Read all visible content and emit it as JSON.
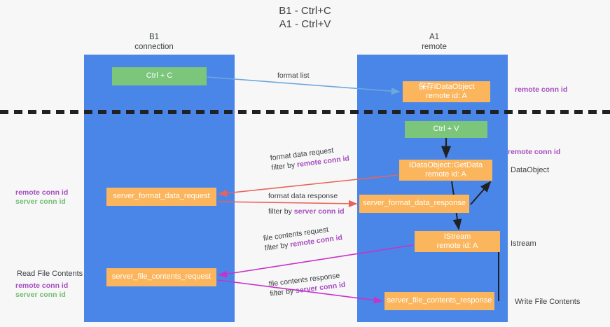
{
  "title": "B1 - Ctrl+C\nA1 - Ctrl+V",
  "lanes": [
    {
      "name": "b1",
      "header": "B1\nconnection"
    },
    {
      "name": "a1",
      "header": "A1\nremote"
    }
  ],
  "nodes": {
    "ctrl_c": "Ctrl + C",
    "idataobject": "保存IDataObject\nremote id: A",
    "ctrl_v": "Ctrl + V",
    "getdata": "IDataObject::GetData\nremote id: A",
    "server_format_data_request": "server_format_data_request",
    "server_format_data_response": "server_format_data_response",
    "istream": "IStream\nremote id: A",
    "server_file_contents_request": "server_file_contents_request",
    "server_file_contents_response": "server_file_contents_response"
  },
  "edges": {
    "format_list": "format list",
    "format_data_request": "format data request",
    "format_data_request_filter_prefix": "filter by ",
    "format_data_request_filter_key": "remote conn id",
    "format_data_response": "format data response",
    "format_data_response_filter_prefix": "filter by ",
    "format_data_response_filter_key": "server conn id",
    "file_contents_request": "file contents request",
    "file_contents_request_filter_prefix": "filter by ",
    "file_contents_request_filter_key": "remote conn id",
    "file_contents_response": "file contents response",
    "file_contents_response_filter_prefix": "filter by ",
    "file_contents_response_filter_key": "server conn id"
  },
  "annotations": {
    "top_remote_conn_id": "remote conn id",
    "mid_remote_conn_id": "remote conn id",
    "left_remote_conn_id": "remote conn id",
    "left_server_conn_id": "server conn id",
    "left_file_remote_conn_id": "remote conn id",
    "left_file_server_conn_id": "server conn id",
    "dataobject": "DataObject",
    "istream": "Istream",
    "read_file_contents": "Read File Contents",
    "write_file_contents": "Write File Contents"
  },
  "colors": {
    "lane": "#4a86e8",
    "green_node": "#7bc67b",
    "orange_node": "#fbb55c",
    "purple_key": "#a64dbf",
    "green_key": "#74bb74",
    "arrow_blue": "#6fa8dc",
    "arrow_red": "#e8645a",
    "arrow_magenta": "#c832c8",
    "arrow_dark": "#202124",
    "background": "#f7f7f7"
  }
}
